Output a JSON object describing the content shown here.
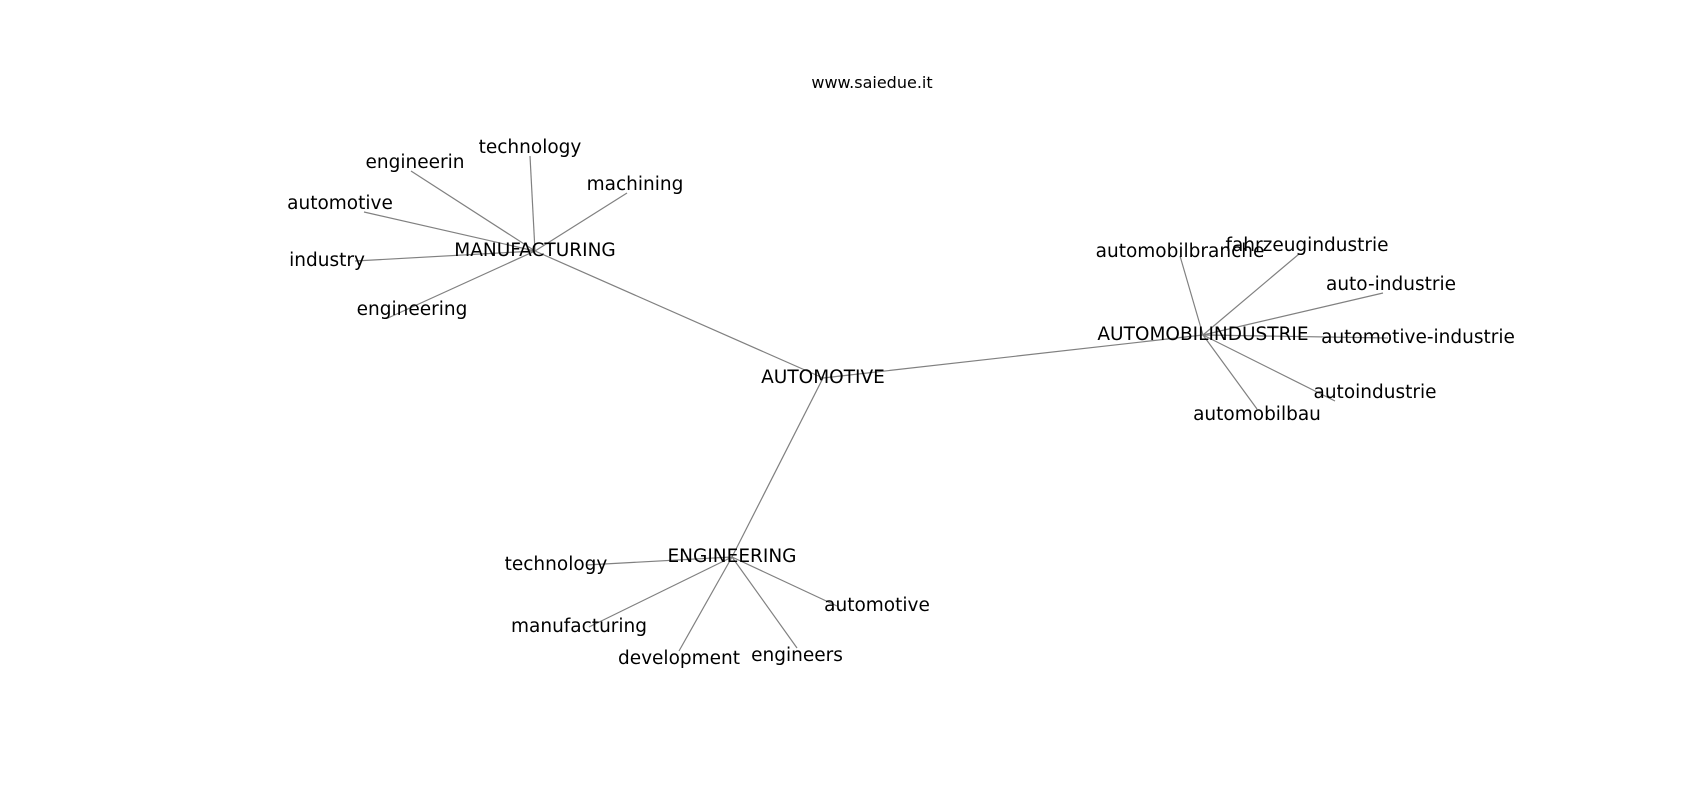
{
  "site": "www.saiedue.it",
  "root": {
    "id": "automotive",
    "label": "AUTOMOTIVE"
  },
  "hubs": [
    {
      "id": "manufacturing",
      "label": "MANUFACTURING",
      "leaves": [
        "engineerin",
        "technology",
        "machining",
        "automotive",
        "industry",
        "engineering"
      ]
    },
    {
      "id": "automobilindustrie",
      "label": "AUTOMOBILINDUSTRIE",
      "leaves": [
        "automobilbranche",
        "fahrzeugindustrie",
        "auto-industrie",
        "automotive-industrie",
        "autoindustrie",
        "automobilbau"
      ]
    },
    {
      "id": "engineering",
      "label": "ENGINEERING",
      "leaves": [
        "technology",
        "automotive",
        "manufacturing",
        "development",
        "engineers"
      ]
    }
  ]
}
